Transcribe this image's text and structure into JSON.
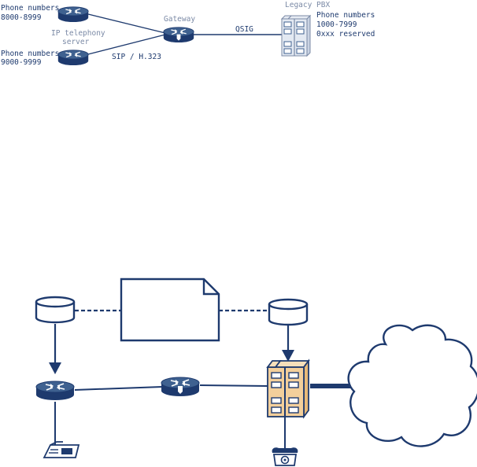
{
  "colors": {
    "navy": "#1e3a6e",
    "steel": "#3f6190",
    "pbx_fill": "#f3cf9b",
    "label_grey": "#7b8aa6",
    "white": "#ffffff"
  },
  "top_diagram": {
    "label_phone_numbers_a": "Phone numbers",
    "label_range_a": "8000-8999",
    "label_ip_server_line1": "IP telephony",
    "label_ip_server_line2": "server",
    "label_phone_numbers_b": "Phone numbers",
    "label_range_b": "9000-9999",
    "label_protocol": "SIP / H.323",
    "label_gateway": "Gateway",
    "label_link": "QSIG",
    "label_legacy_pbx": "Legacy PBX",
    "label_pbx_numbers": "Phone numbers",
    "label_pbx_range": "1000-7999",
    "label_pbx_reserved": "0xxx reserved"
  },
  "icons": {
    "router_a": "router-icon",
    "router_b": "router-icon",
    "gateway": "gateway-router-icon",
    "pbx_top": "pbx-cabinet-icon",
    "database_left": "database-icon",
    "database_right": "database-icon",
    "document": "document-icon",
    "router_bottom": "router-icon",
    "gateway_bottom": "gateway-router-icon",
    "pbx_bottom": "pbx-cabinet-icon",
    "cloud": "cloud-icon",
    "ip_phone": "ip-phone-icon",
    "analog_phone": "telephone-icon"
  }
}
